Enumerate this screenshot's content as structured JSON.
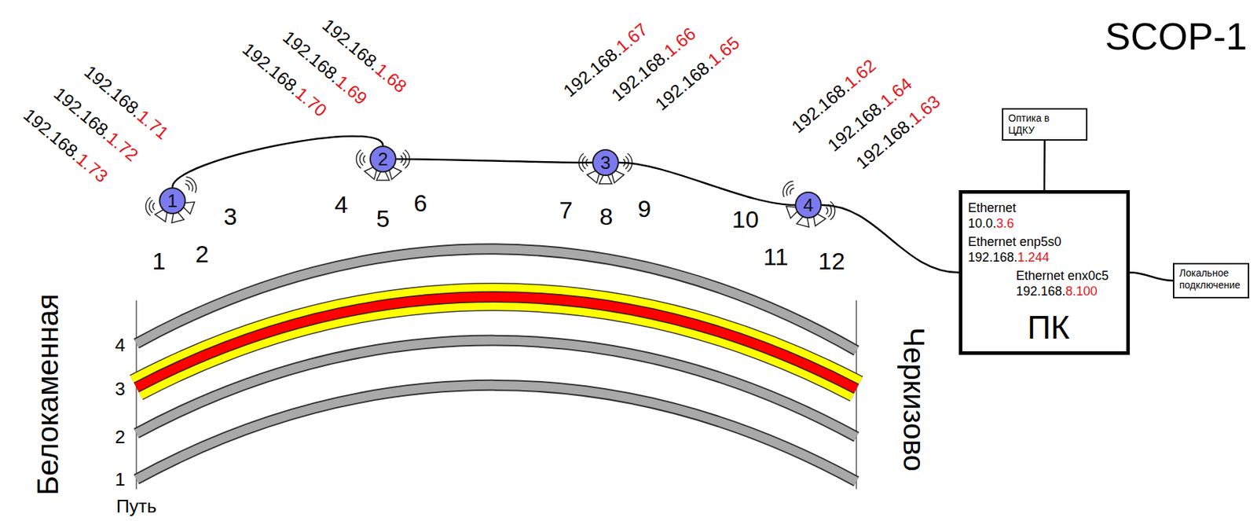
{
  "diagram": {
    "title": "SCOP-1",
    "nodes": [
      {
        "text": [
          "1"
        ]
      },
      {
        "text": [
          "2"
        ]
      },
      {
        "text": [
          "3"
        ]
      },
      {
        "text": [
          "4"
        ]
      },
      {
        "text": [
          "Оптика в ЦДКУ"
        ]
      },
      {
        "text": [
          "Ethernet 10.0.3.6",
          "Ethernet enp5s0 192.168.1.244",
          "Ethernet enx0c5 192.168.8.100",
          "ПК"
        ]
      },
      {
        "text": [
          "Локальное подключение"
        ]
      }
    ],
    "edges": [
      {
        "from": 0,
        "to": 1,
        "arrow": "none"
      },
      {
        "from": 1,
        "to": 2,
        "arrow": "none"
      },
      {
        "from": 2,
        "to": 3,
        "arrow": "none"
      },
      {
        "from": 3,
        "to": 5,
        "arrow": "none"
      },
      {
        "from": 5,
        "to": 4,
        "arrow": "none"
      },
      {
        "from": 5,
        "to": 6,
        "arrow": "none"
      }
    ],
    "labels": [
      "192.168.1.71",
      "192.168.1.72",
      "192.168.1.73",
      "192.168.1.68",
      "192.168.1.69",
      "192.168.1.70",
      "192.168.1.67",
      "192.168.1.66",
      "192.168.1.65",
      "192.168.1.62",
      "192.168.1.64",
      "192.168.1.63",
      "1",
      "2",
      "3",
      "4",
      "5",
      "6",
      "7",
      "8",
      "9",
      "10",
      "11",
      "12",
      "4",
      "3",
      "2",
      "1",
      "Путь",
      "Белокаменная",
      "Черкизово"
    ]
  }
}
